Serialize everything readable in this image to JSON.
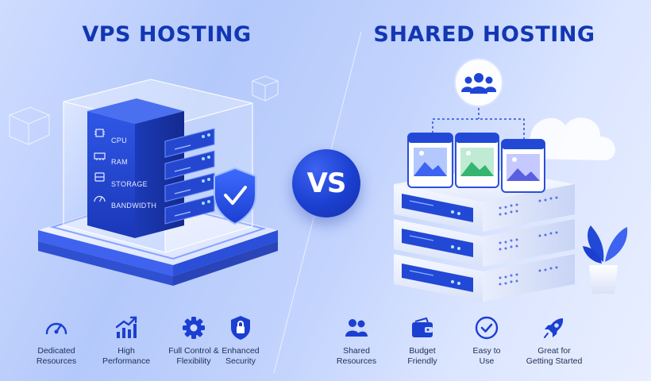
{
  "vps": {
    "title": "VPS HOSTING",
    "specs": [
      "CPU",
      "RAM",
      "STORAGE",
      "BANDWIDTH"
    ],
    "features": [
      {
        "icon": "gauge-icon",
        "label": "Dedicated\nResources"
      },
      {
        "icon": "growth-chart-icon",
        "label": "High\nPerformance"
      },
      {
        "icon": "gear-icon",
        "label": "Full Control &\nFlexibility"
      },
      {
        "icon": "shield-lock-icon",
        "label": "Enhanced\nSecurity"
      }
    ]
  },
  "vs_label": "VS",
  "shared": {
    "title": "SHARED HOSTING",
    "features": [
      {
        "icon": "users-icon",
        "label": "Shared\nResources"
      },
      {
        "icon": "wallet-icon",
        "label": "Budget\nFriendly"
      },
      {
        "icon": "check-circle-icon",
        "label": "Easy to\nUse"
      },
      {
        "icon": "rocket-icon",
        "label": "Great for\nGetting Started"
      }
    ]
  },
  "colors": {
    "accent": "#1b3fd0",
    "title": "#1237b3",
    "text": "#1f2d55"
  }
}
